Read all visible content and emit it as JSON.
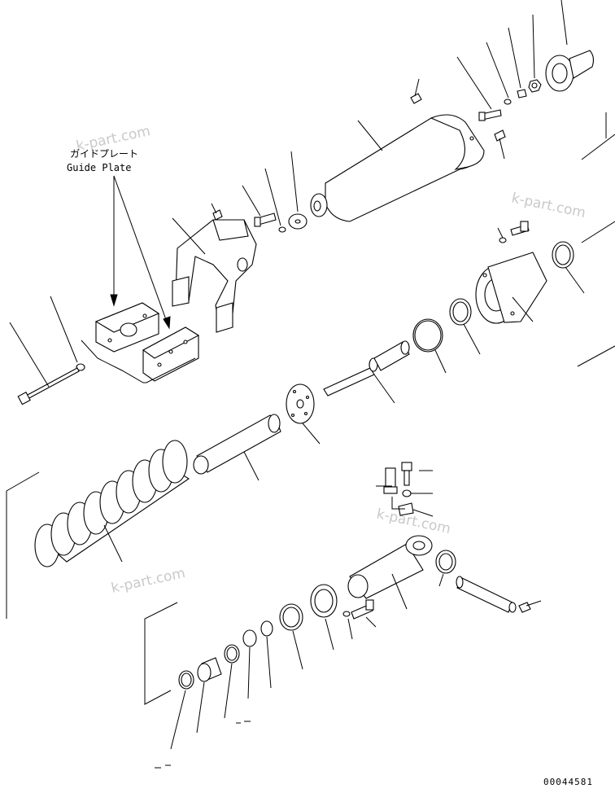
{
  "labels": {
    "guide_plate_jp": "ガイドプレート",
    "guide_plate_en": "Guide Plate",
    "drawing_number": "00044581"
  },
  "watermarks": [
    "k-part.com",
    "k-part.com",
    "k-part.com",
    "k-part.com"
  ],
  "colors": {
    "line": "#000000",
    "watermark": "#c9c9c9",
    "background": "#ffffff"
  }
}
